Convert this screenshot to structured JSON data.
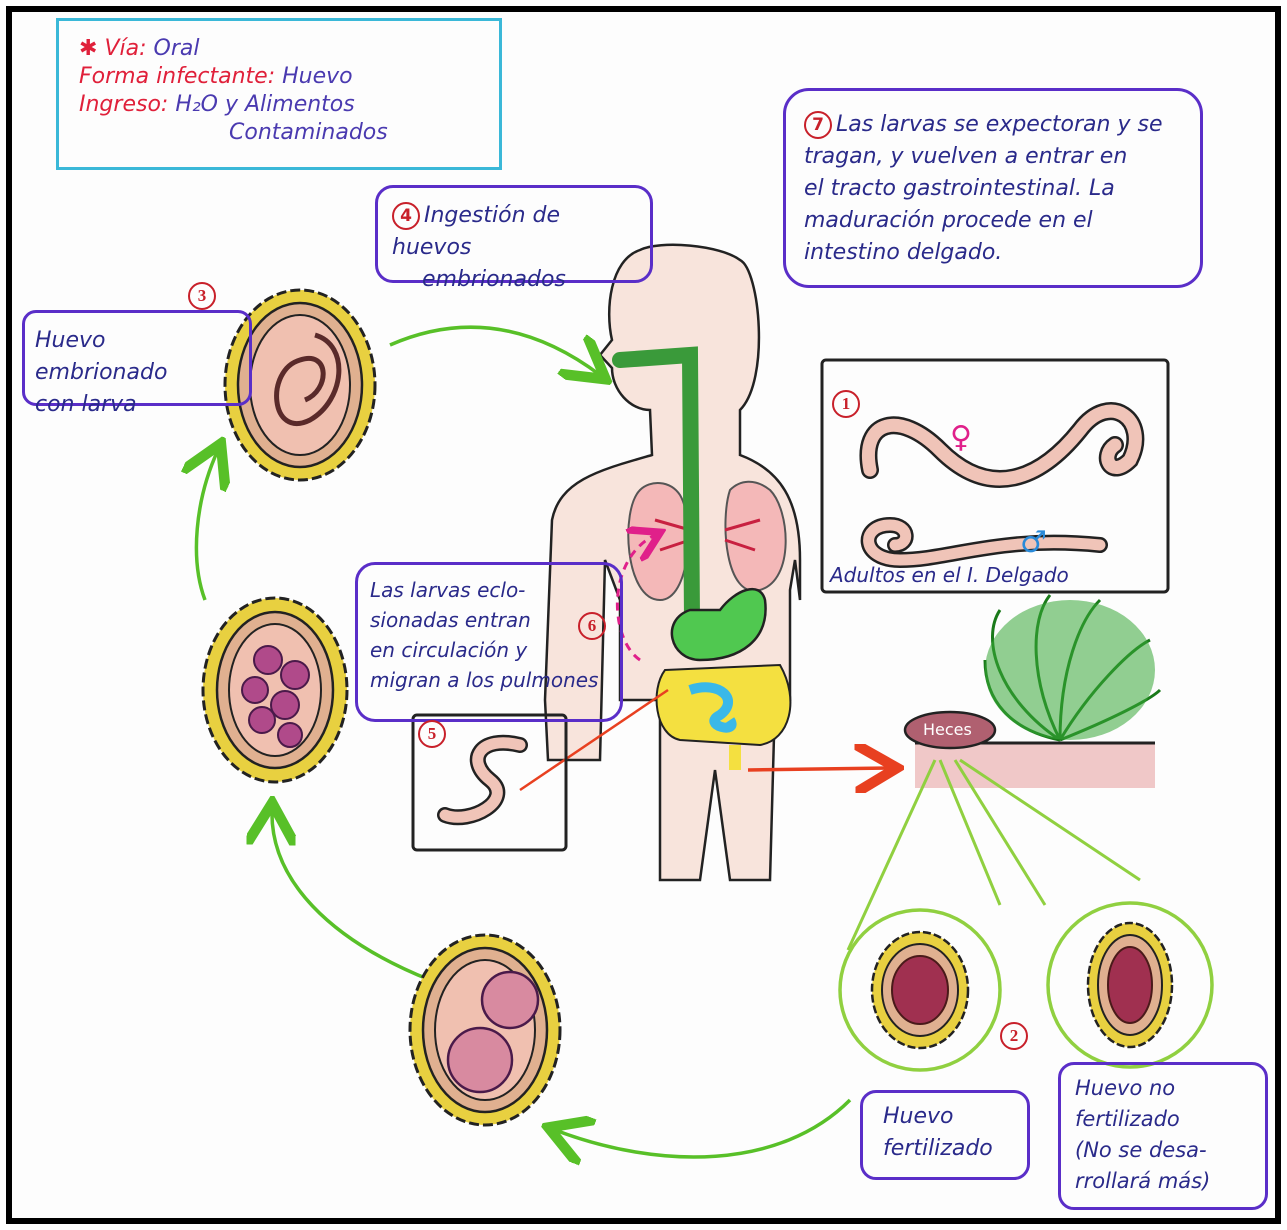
{
  "info_box": {
    "via_label": "Vía",
    "via_value": "Oral",
    "forma_label": "Forma infectante",
    "forma_value": "Huevo",
    "ingreso_label": "Ingreso",
    "ingreso_value_1": "H₂O y Alimentos",
    "ingreso_value_2": "Contaminados"
  },
  "steps": {
    "s1": {
      "num": "1",
      "text": "Adultos en el I. Delgado"
    },
    "s2": {
      "num": "2"
    },
    "s3": {
      "num": "3",
      "text_1": "Huevo embrionado",
      "text_2": "con larva"
    },
    "s4": {
      "num": "4",
      "text_1": "Ingestión de huevos",
      "text_2": "embrionados"
    },
    "s5": {
      "num": "5"
    },
    "s6": {
      "num": "6",
      "text_1": "Las larvas eclo-",
      "text_2": "sionadas entran",
      "text_3": "en circulación y",
      "text_4": "migran a los pulmones"
    },
    "s7": {
      "num": "7",
      "text_1": "Las larvas se expectoran y se",
      "text_2": "tragan, y vuelven a entrar en",
      "text_3": "el tracto gastrointestinal. La",
      "text_4": "maduración procede en el",
      "text_5": "intestino delgado."
    }
  },
  "heces": "Heces",
  "huevo_fertilizado_1": "Huevo",
  "huevo_fertilizado_2": "fertilizado",
  "huevo_no_1": "Huevo no",
  "huevo_no_2": "fertilizado",
  "huevo_no_3": "(No se desa-",
  "huevo_no_4": "rrollará más)",
  "female_symbol": "♀",
  "male_symbol": "♂",
  "colors": {
    "arrow_green": "#58c028",
    "arrow_red": "#e84020",
    "box_purple": "#5a2ec8",
    "info_border": "#3ab8d8",
    "egg_shell": "#e8d040",
    "egg_inner": "#d89a78"
  }
}
